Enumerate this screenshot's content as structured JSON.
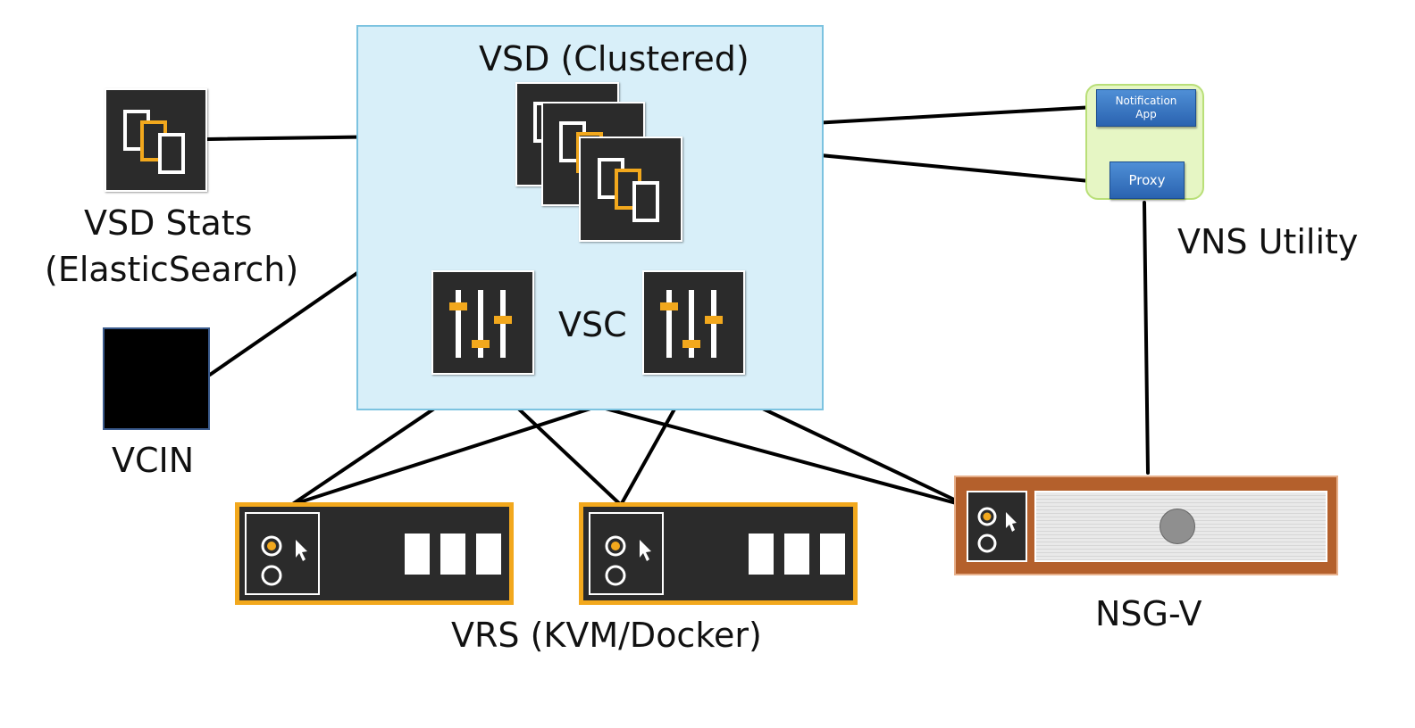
{
  "labels": {
    "vsd_cluster": "VSD (Clustered)",
    "vsd_stats_line1": "VSD Stats",
    "vsd_stats_line2": "(ElasticSearch)",
    "vsc": "VSC",
    "vcin": "VCIN",
    "vrs": "VRS (KVM/Docker)",
    "nsg": "NSG-V",
    "vns_utility": "VNS Utility"
  },
  "vns_utility": {
    "notification_line1": "Notification",
    "notification_line2": "App",
    "proxy": "Proxy"
  },
  "icons": {
    "vsd": "vsd-copies-icon",
    "vsc": "vsc-sliders-icon",
    "vrs": "vrs-switch-icon",
    "nsg": "nsg-appliance-icon"
  },
  "colors": {
    "accent": "#f2a81d",
    "tile": "#2b2b2b",
    "cluster_bg": "#d8eff9",
    "nsg": "#b4602c",
    "utility_bg": "#e6f6c4",
    "button": "#2f6fc0"
  }
}
